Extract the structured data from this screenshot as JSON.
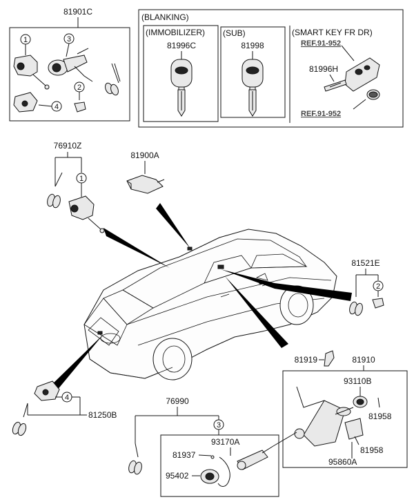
{
  "colors": {
    "line": "#111111",
    "ref": "#444444",
    "background": "#ffffff"
  },
  "top_left": {
    "code": "81901C",
    "callouts": [
      "1",
      "2",
      "3",
      "4"
    ]
  },
  "blanking": {
    "title": "(BLANKING)",
    "immobilizer": {
      "title": "(IMMOBILIZER)",
      "code": "81996C"
    },
    "sub": {
      "title": "(SUB)",
      "code": "81998"
    },
    "smart_key": {
      "title": "(SMART KEY FR DR)",
      "ref1": "REF.91-952",
      "code": "81996H",
      "ref2": "REF.91-952"
    }
  },
  "parts": {
    "p76910Z": "76910Z",
    "p81900A": "81900A",
    "p81521E": "81521E",
    "p81250B": "81250B",
    "p81919": "81919",
    "p81910": "81910",
    "p93110B": "93110B",
    "p81958a": "81958",
    "p81958b": "81958",
    "p95860A": "95860A",
    "p76990": "76990",
    "p93170A": "93170A",
    "p81937": "81937",
    "p95402": "95402"
  },
  "callouts": {
    "c76910Z": "1",
    "c81521E": "2",
    "c81250B": "4",
    "c76990": "3"
  }
}
